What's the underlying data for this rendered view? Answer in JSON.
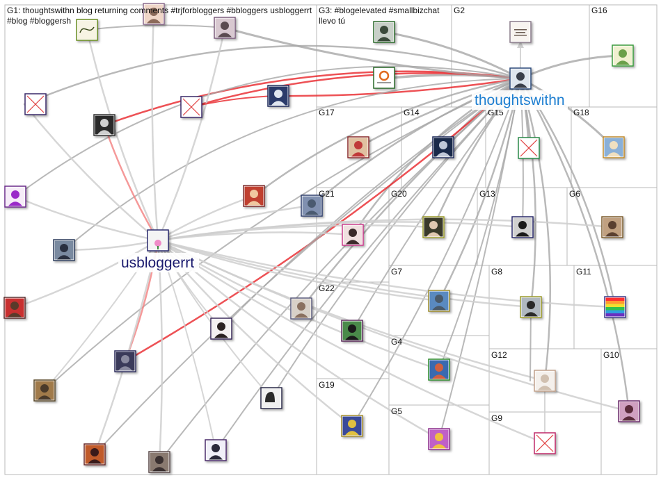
{
  "groups": [
    {
      "id": "G1",
      "label": "G1: thoughtswithn blog returning comments #trjforbloggers #bbloggers usbloggerrt",
      "label2": "#blog #bloggersh"
    },
    {
      "id": "G3",
      "label": "G3: #blogelevated #smallbizchat",
      "label2": "llevo tú"
    },
    {
      "id": "G2",
      "label": "G2"
    },
    {
      "id": "G16",
      "label": "G16"
    },
    {
      "id": "G17",
      "label": "G17"
    },
    {
      "id": "G14",
      "label": "G14"
    },
    {
      "id": "G15",
      "label": "G15"
    },
    {
      "id": "G18",
      "label": "G18"
    },
    {
      "id": "G21",
      "label": "G21"
    },
    {
      "id": "G20",
      "label": "G20"
    },
    {
      "id": "G13",
      "label": "G13"
    },
    {
      "id": "G6",
      "label": "G6"
    },
    {
      "id": "G22",
      "label": "G22"
    },
    {
      "id": "G7",
      "label": "G7"
    },
    {
      "id": "G8",
      "label": "G8"
    },
    {
      "id": "G11",
      "label": "G11"
    },
    {
      "id": "G4",
      "label": "G4"
    },
    {
      "id": "G12",
      "label": "G12"
    },
    {
      "id": "G10",
      "label": "G10"
    },
    {
      "id": "G19",
      "label": "G19"
    },
    {
      "id": "G5",
      "label": "G5"
    },
    {
      "id": "G9",
      "label": "G9"
    }
  ],
  "hubs": {
    "thoughtswithn": "thoughtswithn",
    "usbloggerrt": "usbloggerrt"
  },
  "colors": {
    "hub_thoughtswithn": "#1e7fd1",
    "hub_usbloggerrt": "#1a1a6e",
    "edge_gray": "#a8a8a8",
    "edge_light": "#cfcfcf",
    "edge_red": "#e8262a",
    "edge_pink": "#f28080",
    "grid": "#b8b8b8"
  },
  "node_images": {
    "blog_script_logo": "blog-script-logo-icon",
    "book_club_logo": "book-club-logo-icon",
    "broken_image": "broken-image-icon",
    "blogelevated_logo": "orange-swirl-logo-icon",
    "spartan_helmet_logo": "helmet-logo-icon",
    "colorful_badge": "multicolor-chart-icon"
  }
}
